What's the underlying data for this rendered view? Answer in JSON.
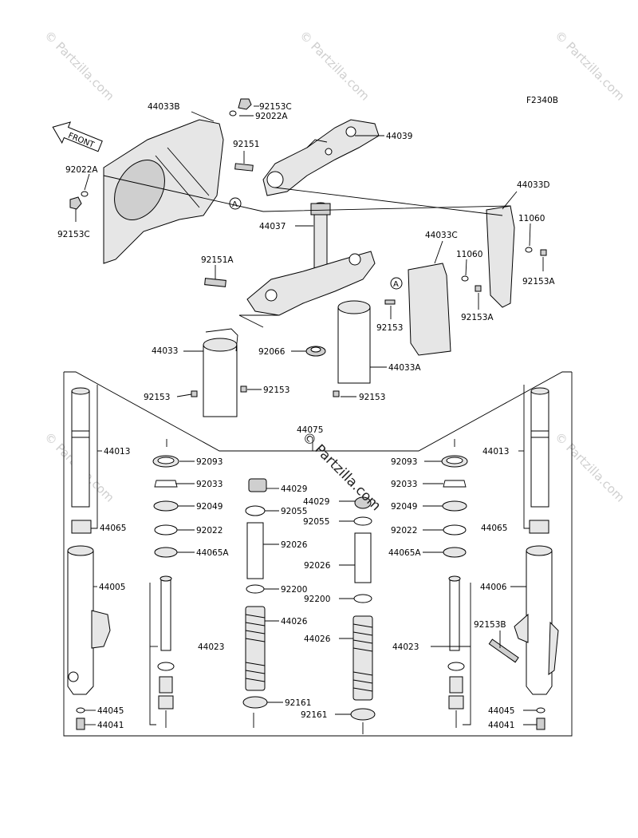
{
  "diagram": {
    "figure_code": "F2340B",
    "front_label": "FRONT",
    "ref_marker": "A",
    "watermark_short": "© Partzilla.com",
    "watermark_main": "© Partzilla.com",
    "parts": {
      "p44033B": "44033B",
      "p92153C_a": "92153C",
      "p92022A_a": "92022A",
      "p44039": "44039",
      "p92151": "92151",
      "p92022A_b": "92022A",
      "p92153C_b": "92153C",
      "p44033D": "44033D",
      "p11060_a": "11060",
      "p92153A_a": "92153A",
      "p44037": "44037",
      "p44033C": "44033C",
      "p11060_b": "11060",
      "p92151A": "92151A",
      "p92153A_b": "92153A",
      "p92153_a": "92153",
      "p44033": "44033",
      "p92066": "92066",
      "p44033A": "44033A",
      "p92153_b": "92153",
      "p92153_c": "92153",
      "p92153_d": "92153",
      "p44075": "44075",
      "p44013_l": "44013",
      "p92093_l": "92093",
      "p92033_l": "92033",
      "p92049_l": "92049",
      "p44065_l": "44065",
      "p92022_l": "92022",
      "p44065A_l": "44065A",
      "p44005": "44005",
      "p44023_l": "44023",
      "p44045_l": "44045",
      "p44041_l": "44041",
      "p44029_a": "44029",
      "p92055_a": "92055",
      "p92026_a": "92026",
      "p92200_a": "92200",
      "p44026_a": "44026",
      "p92161_a": "92161",
      "p44029_b": "44029",
      "p92055_b": "92055",
      "p92026_b": "92026",
      "p92200_b": "92200",
      "p44026_b": "44026",
      "p92161_b": "92161",
      "p44013_r": "44013",
      "p92093_r": "92093",
      "p92033_r": "92033",
      "p92049_r": "92049",
      "p92022_r": "92022",
      "p44065_r": "44065",
      "p44065A_r": "44065A",
      "p44006": "44006",
      "p92153B": "92153B",
      "p44023_r": "44023",
      "p44045_r": "44045",
      "p44041_r": "44041"
    }
  }
}
